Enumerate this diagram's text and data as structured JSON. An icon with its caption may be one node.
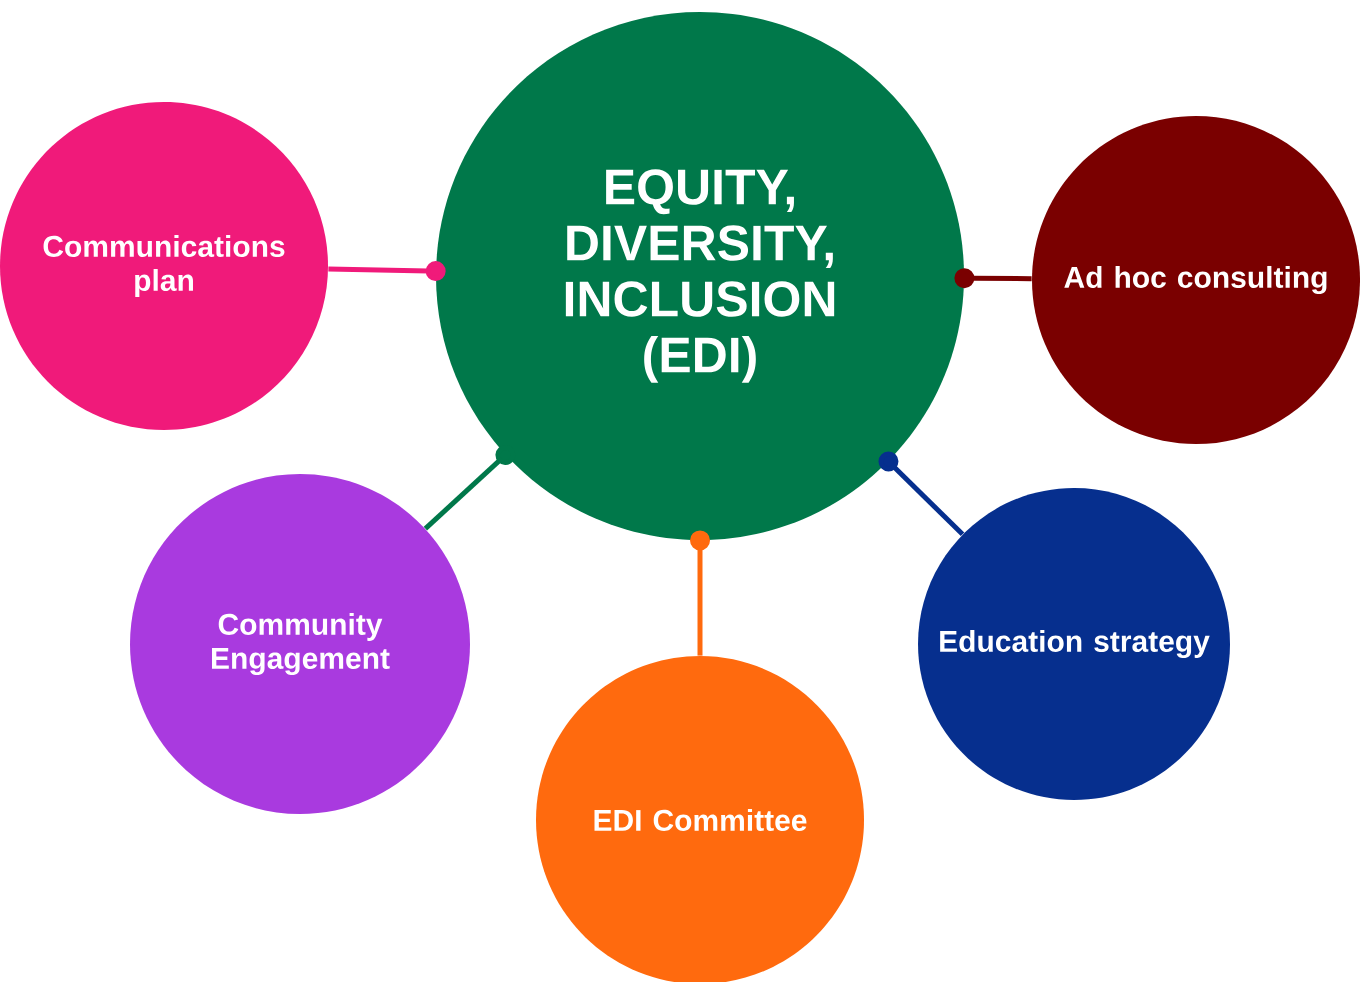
{
  "diagram": {
    "nodes": [
      {
        "text": [
          "EQUITY, DIVERSITY, INCLUSION (EDI)"
        ]
      },
      {
        "text": [
          "Communications plan"
        ]
      },
      {
        "text": [
          "Ad hoc consulting"
        ]
      },
      {
        "text": [
          "Community Engagement"
        ]
      },
      {
        "text": [
          "EDI Committee"
        ]
      },
      {
        "text": [
          "Education strategy"
        ]
      }
    ],
    "edges": [
      {
        "from": 1,
        "to": 0,
        "arrow": "other",
        "color": "#f01a7a"
      },
      {
        "from": 2,
        "to": 0,
        "arrow": "other",
        "color": "#7a0000"
      },
      {
        "from": 3,
        "to": 0,
        "arrow": "other",
        "color": "#00784a"
      },
      {
        "from": 4,
        "to": 0,
        "arrow": "other",
        "color": "#ff6a0e"
      },
      {
        "from": 5,
        "to": 0,
        "arrow": "other",
        "color": "#062f8e"
      }
    ]
  }
}
